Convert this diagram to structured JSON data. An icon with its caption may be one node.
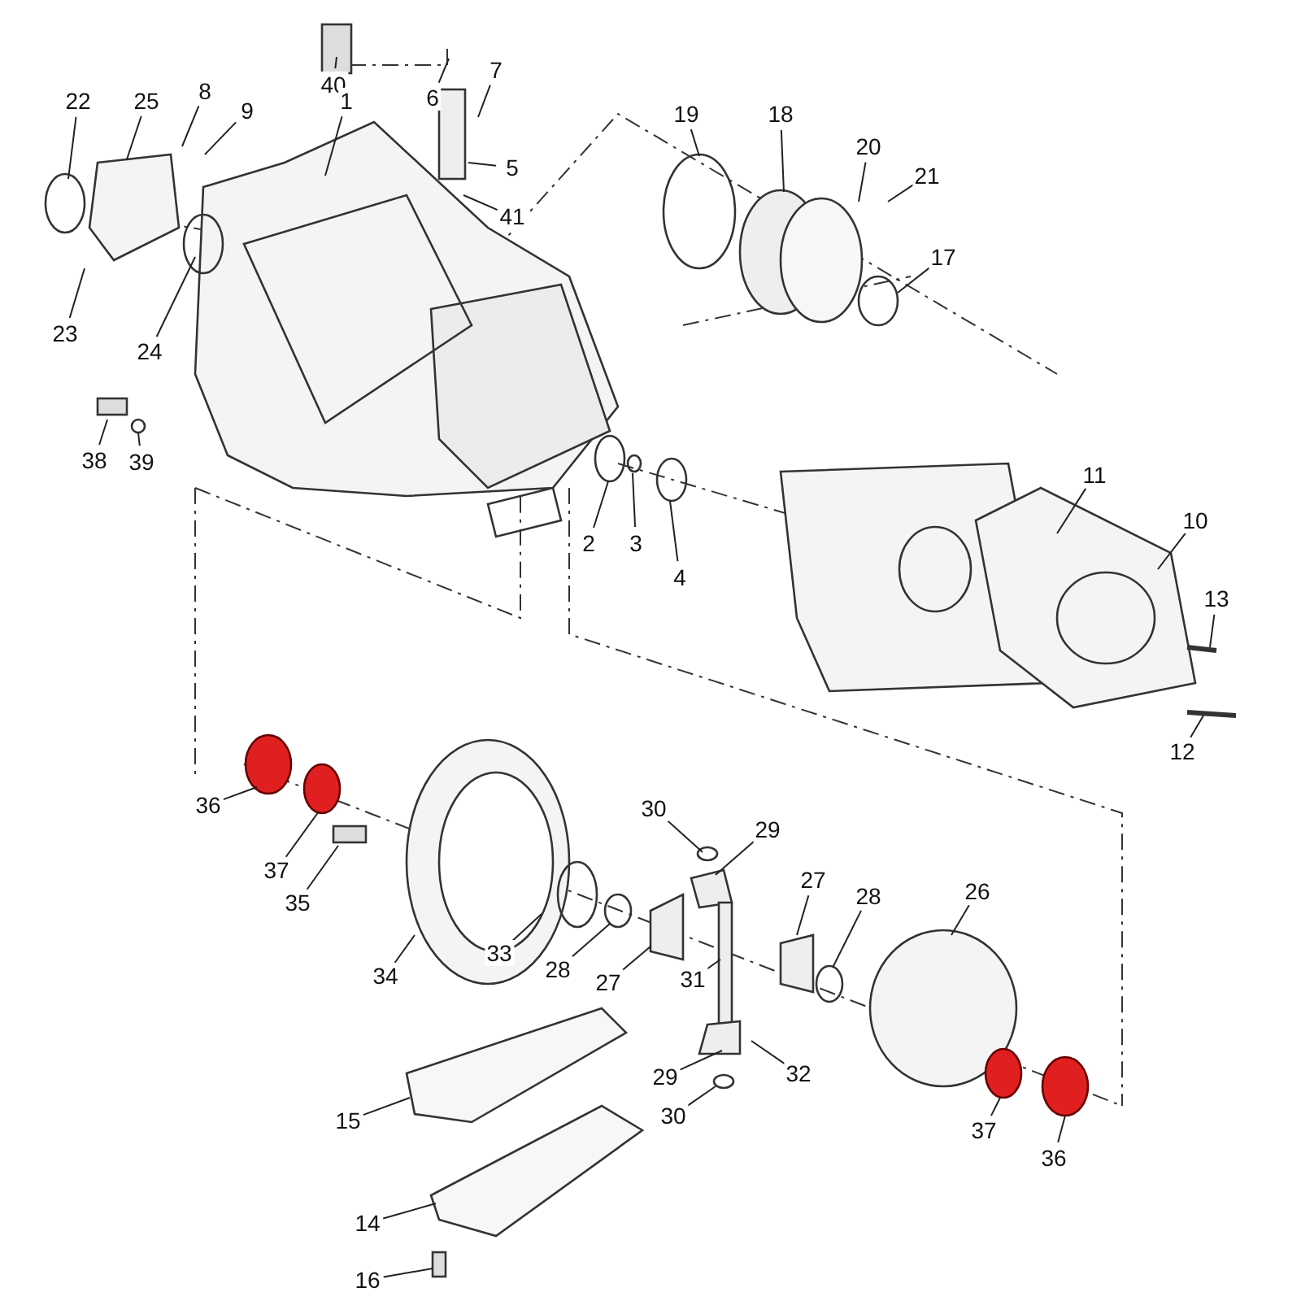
{
  "diagram": {
    "nodes": [
      {
        "text": [
          "40"
        ]
      },
      {
        "text": [
          "7"
        ]
      },
      {
        "text": [
          "6"
        ]
      },
      {
        "text": [
          "22"
        ]
      },
      {
        "text": [
          "25"
        ]
      },
      {
        "text": [
          "8"
        ]
      },
      {
        "text": [
          "9"
        ]
      },
      {
        "text": [
          "1"
        ]
      },
      {
        "text": [
          "19"
        ]
      },
      {
        "text": [
          "18"
        ]
      },
      {
        "text": [
          "20"
        ]
      },
      {
        "text": [
          "21"
        ]
      },
      {
        "text": [
          "5"
        ]
      },
      {
        "text": [
          "41"
        ]
      },
      {
        "text": [
          "17"
        ]
      },
      {
        "text": [
          "23"
        ]
      },
      {
        "text": [
          "24"
        ]
      },
      {
        "text": [
          "38"
        ]
      },
      {
        "text": [
          "39"
        ]
      },
      {
        "text": [
          "11"
        ]
      },
      {
        "text": [
          "10"
        ]
      },
      {
        "text": [
          "2"
        ]
      },
      {
        "text": [
          "3"
        ]
      },
      {
        "text": [
          "4"
        ]
      },
      {
        "text": [
          "13"
        ]
      },
      {
        "text": [
          "12"
        ]
      },
      {
        "text": [
          "36"
        ]
      },
      {
        "text": [
          "30"
        ]
      },
      {
        "text": [
          "29"
        ]
      },
      {
        "text": [
          "37"
        ]
      },
      {
        "text": [
          "27"
        ]
      },
      {
        "text": [
          "28"
        ]
      },
      {
        "text": [
          "26"
        ]
      },
      {
        "text": [
          "35"
        ]
      },
      {
        "text": [
          "33"
        ]
      },
      {
        "text": [
          "28"
        ]
      },
      {
        "text": [
          "27"
        ]
      },
      {
        "text": [
          "34"
        ]
      },
      {
        "text": [
          "31"
        ]
      },
      {
        "text": [
          "32"
        ]
      },
      {
        "text": [
          "29"
        ]
      },
      {
        "text": [
          "30"
        ]
      },
      {
        "text": [
          "15"
        ]
      },
      {
        "text": [
          "37"
        ]
      },
      {
        "text": [
          "36"
        ]
      },
      {
        "text": [
          "14"
        ]
      },
      {
        "text": [
          "16"
        ]
      }
    ],
    "edges": [
      {
        "from": 0,
        "to": null,
        "arrow": "none"
      },
      {
        "from": 1,
        "to": null,
        "arrow": "none"
      },
      {
        "from": 2,
        "to": null,
        "arrow": "none"
      },
      {
        "from": 3,
        "to": null,
        "arrow": "none"
      },
      {
        "from": 4,
        "to": null,
        "arrow": "none"
      },
      {
        "from": 5,
        "to": null,
        "arrow": "none"
      },
      {
        "from": 6,
        "to": null,
        "arrow": "none"
      },
      {
        "from": 7,
        "to": null,
        "arrow": "none"
      },
      {
        "from": 8,
        "to": null,
        "arrow": "none"
      },
      {
        "from": 9,
        "to": null,
        "arrow": "none"
      },
      {
        "from": 10,
        "to": null,
        "arrow": "none"
      },
      {
        "from": 11,
        "to": null,
        "arrow": "none"
      },
      {
        "from": 12,
        "to": null,
        "arrow": "none"
      },
      {
        "from": 13,
        "to": null,
        "arrow": "none"
      },
      {
        "from": 14,
        "to": null,
        "arrow": "none"
      },
      {
        "from": 15,
        "to": null,
        "arrow": "none"
      },
      {
        "from": 16,
        "to": null,
        "arrow": "none"
      },
      {
        "from": 17,
        "to": null,
        "arrow": "none"
      },
      {
        "from": 18,
        "to": null,
        "arrow": "none"
      },
      {
        "from": 19,
        "to": null,
        "arrow": "none"
      },
      {
        "from": 20,
        "to": null,
        "arrow": "none"
      },
      {
        "from": 21,
        "to": null,
        "arrow": "none"
      },
      {
        "from": 22,
        "to": null,
        "arrow": "none"
      },
      {
        "from": 23,
        "to": null,
        "arrow": "none"
      },
      {
        "from": 24,
        "to": null,
        "arrow": "none"
      },
      {
        "from": 25,
        "to": null,
        "arrow": "none"
      },
      {
        "from": 26,
        "to": null,
        "arrow": "none"
      },
      {
        "from": 27,
        "to": null,
        "arrow": "none"
      },
      {
        "from": 28,
        "to": null,
        "arrow": "none"
      },
      {
        "from": 29,
        "to": null,
        "arrow": "none"
      },
      {
        "from": 30,
        "to": null,
        "arrow": "none"
      },
      {
        "from": 31,
        "to": null,
        "arrow": "none"
      },
      {
        "from": 32,
        "to": null,
        "arrow": "none"
      },
      {
        "from": 33,
        "to": null,
        "arrow": "none"
      },
      {
        "from": 34,
        "to": null,
        "arrow": "none"
      },
      {
        "from": 35,
        "to": null,
        "arrow": "none"
      },
      {
        "from": 36,
        "to": null,
        "arrow": "none"
      },
      {
        "from": 37,
        "to": null,
        "arrow": "none"
      },
      {
        "from": 38,
        "to": null,
        "arrow": "none"
      },
      {
        "from": 39,
        "to": null,
        "arrow": "none"
      },
      {
        "from": 40,
        "to": null,
        "arrow": "none"
      },
      {
        "from": 41,
        "to": null,
        "arrow": "none"
      },
      {
        "from": 42,
        "to": null,
        "arrow": "none"
      },
      {
        "from": 43,
        "to": null,
        "arrow": "none"
      },
      {
        "from": 44,
        "to": null,
        "arrow": "none"
      },
      {
        "from": 45,
        "to": null,
        "arrow": "none"
      },
      {
        "from": 46,
        "to": null,
        "arrow": "none"
      }
    ]
  }
}
